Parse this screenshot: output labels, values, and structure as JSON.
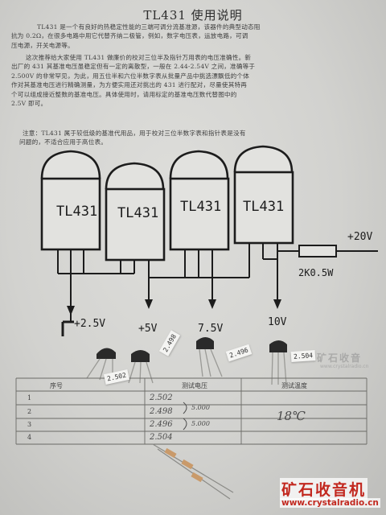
{
  "document": {
    "title": "TL431 使用说明",
    "paragraph1": [
      "TL431 是一个有良好的热稳定性能的三端可调分流基准源，该器件的典型动态阻",
      "抗为 0.2Ω，在很多电路中用它代替齐纳二极管，例如，数字电压表，运放电路，可调",
      "压电源，开关电源等。"
    ],
    "paragraph2": [
      "这次推荐给大家使用 TL431 做廉价的校对三位半及指针万用表的电压准确性。新",
      "出厂的 431 其基准电压虽稳定但有一定的离散型，一般在 2.44-2.54V 之间，准确等于",
      "2.500V 的非常罕见，为此，用五位半和六位半数字表从批量产品中挑选漂飘低的个体",
      "作对其基准电压进行精确测量，为方便实用还对挑出的 431 进行配对，尽量使其特再",
      "个可以组成接近整数的基准电压。具体使用时，请用标定的基准电压数代替图中的",
      "2.5V 即可。"
    ],
    "note": [
      "注意：TL431 属于较低级的基准代用品，用于校对三位半数字表和指针表是没有",
      "问题的，不适合应用于高位表。"
    ]
  },
  "schematic": {
    "chips": [
      {
        "label": "TL431"
      },
      {
        "label": "TL431"
      },
      {
        "label": "TL431"
      },
      {
        "label": "TL431"
      }
    ],
    "supply_label": "+20V",
    "resistor_label": "2K0.5W",
    "outputs": [
      "+2.5V",
      "+5V",
      "7.5V",
      "10V"
    ]
  },
  "component_tags": [
    "2.502",
    "2.498",
    "2.496",
    "2.504"
  ],
  "table": {
    "headers": [
      "序号",
      "测试电压",
      "测试温度"
    ],
    "row_numbers": [
      "1",
      "2",
      "3",
      "4"
    ],
    "handwritten_values": [
      "2.502",
      "2.498",
      "2.496",
      "2.504"
    ],
    "bracket_notes": [
      "5.000",
      "5.000"
    ],
    "temperature": "18℃"
  },
  "watermark": {
    "brand": "矿石收音机",
    "url": "www.crystalradio.cn",
    "faint_brand": "矿石收音",
    "faint_url": "www.crystalradio.cn"
  },
  "colors": {
    "paper": "#d8d8d5",
    "ink": "#2d2d2d",
    "watermark": "#c2281f"
  }
}
